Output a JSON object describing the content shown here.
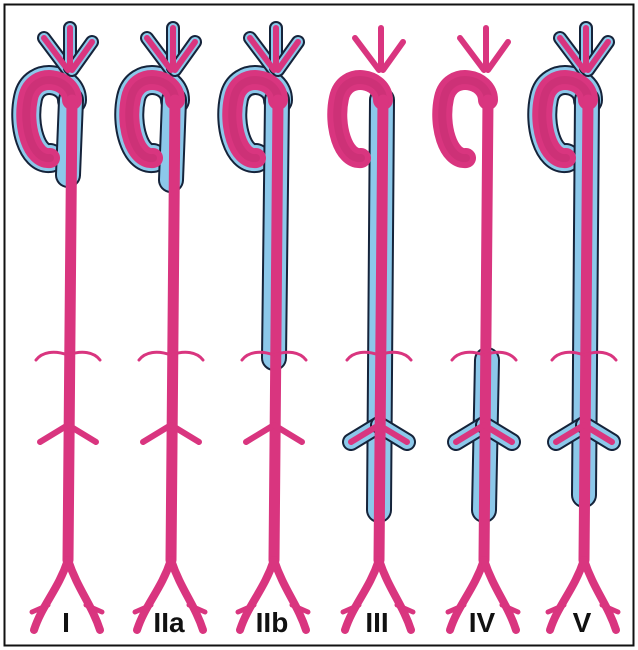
{
  "colors": {
    "vessel": "#d9357f",
    "vessel_dark": "#b82a6b",
    "dissection": "#8cc8ea",
    "outline": "#15233a",
    "border": "#111111"
  },
  "panels": [
    {
      "label": "I"
    },
    {
      "label": "IIa"
    },
    {
      "label": "IIb"
    },
    {
      "label": "III"
    },
    {
      "label": "IV"
    },
    {
      "label": "V"
    }
  ]
}
